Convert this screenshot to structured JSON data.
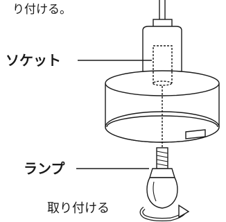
{
  "instruction": {
    "tail": "り付ける。"
  },
  "labels": {
    "socket": "ソケット",
    "lamp": "ランプ",
    "attach": "取り付ける"
  },
  "colors": {
    "stroke": "#1a1a1a",
    "background": "#ffffff"
  }
}
